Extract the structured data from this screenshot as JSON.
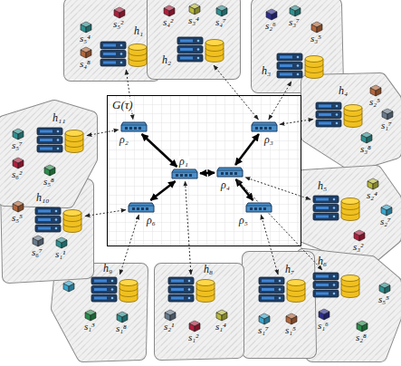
{
  "diagram": {
    "nodes": [
      {
        "text": [
          "G(τ)"
        ]
      },
      {
        "text": [
          "ρ₂"
        ],
        "in": 0
      },
      {
        "text": [
          "ρ₃"
        ],
        "in": 0
      },
      {
        "text": [
          "ρ₁"
        ],
        "in": 0
      },
      {
        "text": [
          "ρ₄"
        ],
        "in": 0
      },
      {
        "text": [
          "ρ₆"
        ],
        "in": 0
      },
      {
        "text": [
          "ρ₅"
        ],
        "in": 0
      },
      {
        "text": [
          "h₁"
        ]
      },
      {
        "text": [
          "h₂"
        ]
      },
      {
        "text": [
          "h₃"
        ]
      },
      {
        "text": [
          "h₄"
        ]
      },
      {
        "text": [
          "h₅"
        ]
      },
      {
        "text": [
          "h₆"
        ]
      },
      {
        "text": [
          "h₇"
        ]
      },
      {
        "text": [
          "h₈"
        ]
      },
      {
        "text": [
          "h₉"
        ]
      },
      {
        "text": [
          "h₁₀"
        ]
      },
      {
        "text": [
          "h₁₁"
        ]
      }
    ],
    "edges": [
      {
        "from": 1,
        "to": 3,
        "arrow": "both"
      },
      {
        "from": 2,
        "to": 4,
        "arrow": "both"
      },
      {
        "from": 3,
        "to": 4,
        "arrow": "both"
      },
      {
        "from": 3,
        "to": 5,
        "arrow": "both"
      },
      {
        "from": 4,
        "to": 6,
        "arrow": "both"
      },
      {
        "from": 7,
        "to": 1,
        "arrow": "both"
      },
      {
        "from": 17,
        "to": 1,
        "arrow": "both"
      },
      {
        "from": 8,
        "to": 2,
        "arrow": "both"
      },
      {
        "from": 9,
        "to": 2,
        "arrow": "both"
      },
      {
        "from": 10,
        "to": 2,
        "arrow": "both"
      },
      {
        "from": 11,
        "to": 4,
        "arrow": "both"
      },
      {
        "from": 12,
        "to": 4,
        "arrow": "both"
      },
      {
        "from": 13,
        "to": 6,
        "arrow": "both"
      },
      {
        "from": 14,
        "to": 3,
        "arrow": "both"
      },
      {
        "from": 15,
        "to": 5,
        "arrow": "both"
      },
      {
        "from": 16,
        "to": 5,
        "arrow": "both"
      }
    ],
    "labels": [
      "s₅⁴",
      "s₅²",
      "s₄⁸",
      "s₄²",
      "s₃⁴",
      "s₄⁷",
      "s₂⁶",
      "s₃⁷",
      "s₃⁵",
      "s₂⁵",
      "s₁⁷",
      "s₃⁸",
      "s₂⁴",
      "s₂⁷",
      "s₃²",
      "s₅⁵",
      "s₁⁶",
      "s₂⁸",
      "s₁⁷",
      "s₁⁵",
      "s₂¹",
      "s₁²",
      "s₁⁴",
      "s₁³",
      "s₁⁸",
      "s₅⁵",
      "s₆⁷",
      "s₁¹",
      "s₅⁷",
      "s₆²",
      "s₅⁸"
    ]
  }
}
